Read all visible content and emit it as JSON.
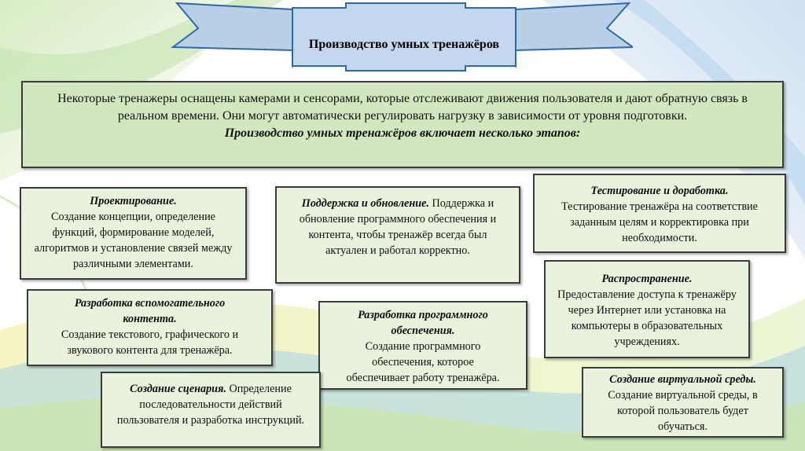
{
  "title": "Производство умных тренажёров",
  "intro": {
    "text": "Некоторые тренажеры оснащены камерами и сенсорами, которые отслеживают движения пользователя и дают обратную связь в реальном времени. Они могут автоматически регулировать нагрузку в зависимости от уровня подготовки.",
    "emphasis": "Производство умных тренажёров включает несколько этапов:"
  },
  "stages": {
    "design": {
      "heading": "Проектирование.",
      "text": "Создание концепции, определение функций, формирование моделей, алгоритмов и установление связей между различными элементами."
    },
    "support": {
      "heading": "Поддержка и обновление.",
      "text": " Поддержка и обновление программного обеспечения и контента, чтобы тренажёр всегда был актуален и работал корректно."
    },
    "testing": {
      "heading": "Тестирование и доработка.",
      "text": "Тестирование тренажёра на соответствие заданным целям и корректировка при необходимости."
    },
    "content": {
      "heading": "Разработка вспомогательного контента.",
      "text": "Создание текстового, графического и звукового контента для тренажёра."
    },
    "software": {
      "heading": "Разработка программного обеспечения.",
      "text": "Создание программного обеспечения, которое обеспечивает работу тренажёра."
    },
    "distribution": {
      "heading": "Распространение.",
      "text": "Предоставление доступа к тренажёру через Интернет или установка на компьютеры в образовательных учреждениях."
    },
    "scenario": {
      "heading": "Создание сценария.",
      "text": " Определение последовательности действий пользователя и разработка инструкций."
    },
    "virtual": {
      "heading": "Создание виртуальной среды.",
      "text": "Создание виртуальной среды, в которой пользователь будет обучаться."
    }
  },
  "colors": {
    "box_fill": "#e9f2dc",
    "intro_fill": "#d2e6bf",
    "ribbon_fill": "#b9cfe8",
    "ribbon_border": "#2f6aa8"
  }
}
